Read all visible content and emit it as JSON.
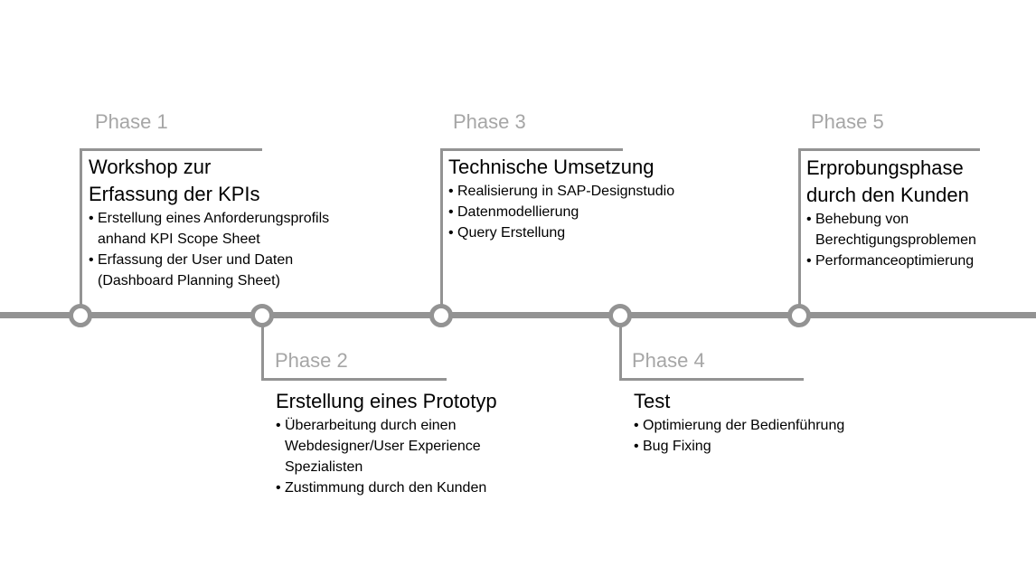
{
  "phases": [
    {
      "label": "Phase 1",
      "title": "Workshop zur\nErfassung der KPIs",
      "bullets": [
        "Erstellung eines Anforderungsprofils\nanhand KPI Scope Sheet",
        "Erfassung der User und Daten\n(Dashboard Planning Sheet)"
      ]
    },
    {
      "label": "Phase 2",
      "title": "Erstellung eines Prototyp",
      "bullets": [
        "Überarbeitung durch einen\nWebdesigner/User Experience\nSpezialisten",
        "Zustimmung durch den Kunden"
      ]
    },
    {
      "label": "Phase 3",
      "title": "Technische Umsetzung",
      "bullets": [
        "Realisierung in SAP-Designstudio",
        "Datenmodellierung",
        "Query Erstellung"
      ]
    },
    {
      "label": "Phase 4",
      "title": "Test",
      "bullets": [
        "Optimierung der Bedienführung",
        "Bug Fixing"
      ]
    },
    {
      "label": "Phase 5",
      "title": "Erprobungsphase\ndurch den Kunden",
      "bullets": [
        "Behebung von\nBerechtigungsproblemen",
        "Performanceoptimierung"
      ]
    }
  ],
  "colors": {
    "line": "#939393",
    "phase_label": "#a6a6a6",
    "text": "#000000"
  }
}
